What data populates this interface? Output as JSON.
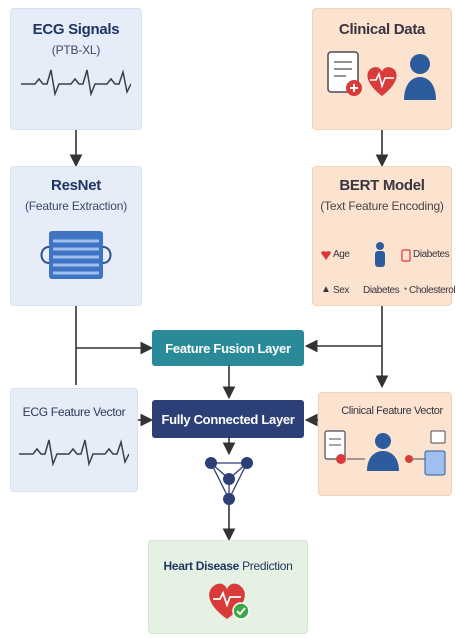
{
  "ecg_signals": {
    "title": "ECG Signals",
    "subtitle": "(PTB-XL)"
  },
  "clinical_data": {
    "title": "Clinical Data"
  },
  "resnet": {
    "title": "ResNet",
    "subtitle": "(Feature Extraction)"
  },
  "bert": {
    "title": "BERT Model",
    "subtitle": "(Text Feature Encoding)",
    "attributes": [
      "Age",
      "Diabetes",
      "Sex",
      "Diabetes",
      "Cholesterol"
    ]
  },
  "fusion_layer": {
    "label": "Feature Fusion Layer"
  },
  "fc_layer": {
    "label": "Fully Connected Layer"
  },
  "ecg_vector": {
    "label": "ECG Feature Vector"
  },
  "clinical_vector": {
    "label": "Clinical Feature Vector"
  },
  "prediction": {
    "label_bold": "Heart Disease",
    "label_plain": "Prediction"
  },
  "colors": {
    "ecg_panel": "#e6edf9",
    "clinical_panel": "#fbe3cf",
    "fusion": "#2a8a99",
    "fully_connected": "#2d3f77",
    "prediction_panel": "#e5f1e2",
    "heart": "#d93b3b",
    "check": "#3aa845"
  }
}
